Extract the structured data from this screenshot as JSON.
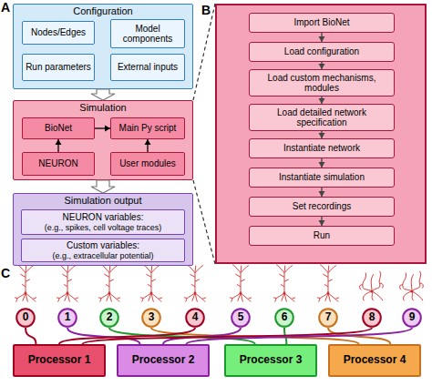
{
  "diagram": {
    "nodes": [
      {
        "text": [
          "Configuration"
        ]
      },
      {
        "text": [
          "Nodes/Edges"
        ],
        "in": 0
      },
      {
        "text": [
          "Model components"
        ],
        "in": 0
      },
      {
        "text": [
          "Run parameters"
        ],
        "in": 0
      },
      {
        "text": [
          "External inputs"
        ],
        "in": 0
      },
      {
        "text": [
          "Simulation"
        ]
      },
      {
        "text": [
          "BioNet"
        ],
        "in": 5
      },
      {
        "text": [
          "Main Py script"
        ],
        "in": 5
      },
      {
        "text": [
          "NEURON"
        ],
        "in": 5
      },
      {
        "text": [
          "User modules"
        ],
        "in": 5
      },
      {
        "text": [
          "Simulation output"
        ]
      },
      {
        "text": [
          "NEURON variables:",
          "(e.g., spikes, cell voltage traces)"
        ],
        "in": 10
      },
      {
        "text": [
          "Custom variables:",
          "(e.g., extracellular potential)"
        ],
        "in": 10
      },
      {
        "text": [
          "B"
        ]
      },
      {
        "text": [
          "Import BioNet"
        ],
        "in": 13
      },
      {
        "text": [
          "Load configuration"
        ],
        "in": 13
      },
      {
        "text": [
          "Load custom mechanisms, modules"
        ],
        "in": 13
      },
      {
        "text": [
          "Load detailed network specification"
        ],
        "in": 13
      },
      {
        "text": [
          "Instantiate network"
        ],
        "in": 13
      },
      {
        "text": [
          "Instantiate simulation"
        ],
        "in": 13
      },
      {
        "text": [
          "Set recordings"
        ],
        "in": 13
      },
      {
        "text": [
          "Run"
        ],
        "in": 13
      },
      {
        "text": [
          "0"
        ]
      },
      {
        "text": [
          "1"
        ]
      },
      {
        "text": [
          "2"
        ]
      },
      {
        "text": [
          "3"
        ]
      },
      {
        "text": [
          "4"
        ]
      },
      {
        "text": [
          "5"
        ]
      },
      {
        "text": [
          "6"
        ]
      },
      {
        "text": [
          "7"
        ]
      },
      {
        "text": [
          "8"
        ]
      },
      {
        "text": [
          "9"
        ]
      },
      {
        "text": [
          "Processor 1"
        ]
      },
      {
        "text": [
          "Processor 2"
        ]
      },
      {
        "text": [
          "Processor 3"
        ]
      },
      {
        "text": [
          "Processor 4"
        ]
      }
    ],
    "edges": [
      {
        "from": 0,
        "to": 5,
        "arrow": "to"
      },
      {
        "from": 5,
        "to": 10,
        "arrow": "to"
      },
      {
        "from": 6,
        "to": 7,
        "arrow": "to"
      },
      {
        "from": 8,
        "to": 6,
        "arrow": "to"
      },
      {
        "from": 9,
        "to": 7,
        "arrow": "to"
      },
      {
        "from": 5,
        "to": 13,
        "arrow": "none"
      },
      {
        "from": 5,
        "to": 13,
        "arrow": "none"
      },
      {
        "from": 14,
        "to": 15,
        "arrow": "to"
      },
      {
        "from": 15,
        "to": 16,
        "arrow": "to"
      },
      {
        "from": 16,
        "to": 17,
        "arrow": "to"
      },
      {
        "from": 17,
        "to": 18,
        "arrow": "to"
      },
      {
        "from": 18,
        "to": 19,
        "arrow": "to"
      },
      {
        "from": 19,
        "to": 20,
        "arrow": "to"
      },
      {
        "from": 20,
        "to": 21,
        "arrow": "to"
      },
      {
        "from": 22,
        "to": 32,
        "arrow": "none"
      },
      {
        "from": 23,
        "to": 33,
        "arrow": "none"
      },
      {
        "from": 24,
        "to": 34,
        "arrow": "none"
      },
      {
        "from": 25,
        "to": 35,
        "arrow": "none"
      },
      {
        "from": 26,
        "to": 32,
        "arrow": "none"
      },
      {
        "from": 27,
        "to": 33,
        "arrow": "none"
      },
      {
        "from": 28,
        "to": 34,
        "arrow": "none"
      },
      {
        "from": 29,
        "to": 35,
        "arrow": "none"
      },
      {
        "from": 30,
        "to": 32,
        "arrow": "none"
      },
      {
        "from": 31,
        "to": 33,
        "arrow": "none"
      }
    ],
    "labels": [
      "A",
      "C"
    ]
  }
}
